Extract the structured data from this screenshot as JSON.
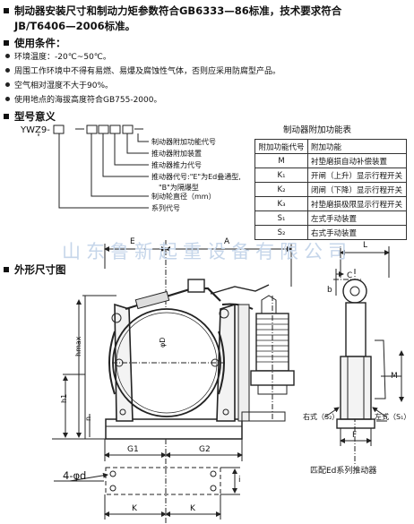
{
  "header": {
    "line1": "制动器安装尺寸和制动力矩参数符合GB6333—86标准，技术要求符合",
    "line2": "JB/T6406—2006标准。"
  },
  "conditions": {
    "title": "使用条件：",
    "items": [
      "环境温度：-20℃~50℃。",
      "周围工作环境中不得有易燃、易爆及腐蚀性气体，否则应采用防腐型产品。",
      "空气相对湿度不大于90%。",
      "使用地点的海拔高度符合GB755-2000。"
    ]
  },
  "model": {
    "title": "型号意义",
    "code": "YWZ9-",
    "labels": [
      "制动器附加功能代号",
      "推动器附加装置",
      "推动器推力代号",
      "推动器代号:\"E\"为Ed叠通型,",
      "\"B\"为隔爆型",
      "制动轮直径（mm）",
      "系列代号"
    ]
  },
  "functions_table": {
    "title": "制动器附加功能表",
    "headers": [
      "附加功能代号",
      "附加功能"
    ],
    "rows": [
      [
        "M",
        "衬垫磨损自动补偿装置"
      ],
      [
        "K₁",
        "开闸（上升）显示行程开关"
      ],
      [
        "K₂",
        "闭闸（下降）显示行程开关"
      ],
      [
        "K₃",
        "衬垫磨损极限显示行程开关"
      ],
      [
        "S₁",
        "左式手动装置"
      ],
      [
        "S₂",
        "右式手动装置"
      ]
    ]
  },
  "watermark": "山东鲁新起重设备有限公司",
  "drawing": {
    "title": "外形尺寸图",
    "labels": {
      "E": "E",
      "A": "A",
      "L": "L",
      "C": "C",
      "hmax": "hmax",
      "h1": "h1",
      "n": "n",
      "phiD": "φD",
      "G1": "G1",
      "G2": "G2",
      "holes": "4-φd",
      "K": "K",
      "i": "i",
      "b": "b",
      "F": "F",
      "M": "M",
      "right_s2": "右式（S₂）",
      "left_s1": "左式（S₁）"
    },
    "caption": "匹配Ed系列推动器"
  }
}
